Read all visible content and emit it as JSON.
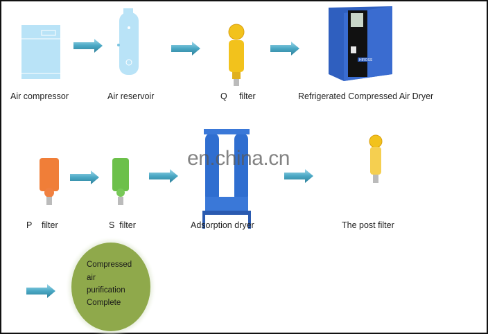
{
  "steps_row1": {
    "air_compressor": "Air compressor",
    "air_reservoir": "Air reservoir",
    "q_filter": "Q     filter",
    "refrigerated_dryer": "Refrigerated Compressed Air Dryer",
    "dryer_brand": "HIROSS"
  },
  "steps_row2": {
    "p_filter": "P    filter",
    "s_filter": "S  filter",
    "adsorption_dryer": "Adsorption dryer",
    "post_filter": "The post filter"
  },
  "final": {
    "line1": "Compressed",
    "line2": "air",
    "line3": "purification",
    "line4": "Complete"
  },
  "watermark": "en.china.cn",
  "colors": {
    "arrow": "#4aa8c4",
    "compressor": "#b9e3f7",
    "q_filter": "#f2c21c",
    "dryer": "#2f5fbf",
    "p_filter": "#ee7022",
    "s_filter": "#6cc04a",
    "ellipse": "#8fa94b"
  }
}
